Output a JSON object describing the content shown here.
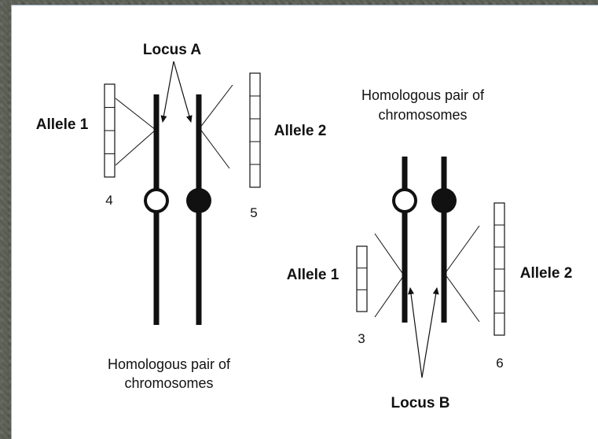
{
  "diagram": {
    "left_group": {
      "locus_label": "Locus A",
      "allele_left_label": "Allele 1",
      "allele_right_label": "Allele 2",
      "allele_left_count": "4",
      "allele_right_count": "5",
      "caption_line1": "Homologous pair of",
      "caption_line2": "chromosomes"
    },
    "right_group": {
      "caption_line1": "Homologous pair of",
      "caption_line2": "chromosomes",
      "allele_left_label": "Allele 1",
      "allele_right_label": "Allele 2",
      "allele_left_count": "3",
      "allele_right_count": "6",
      "locus_label": "Locus B"
    }
  }
}
